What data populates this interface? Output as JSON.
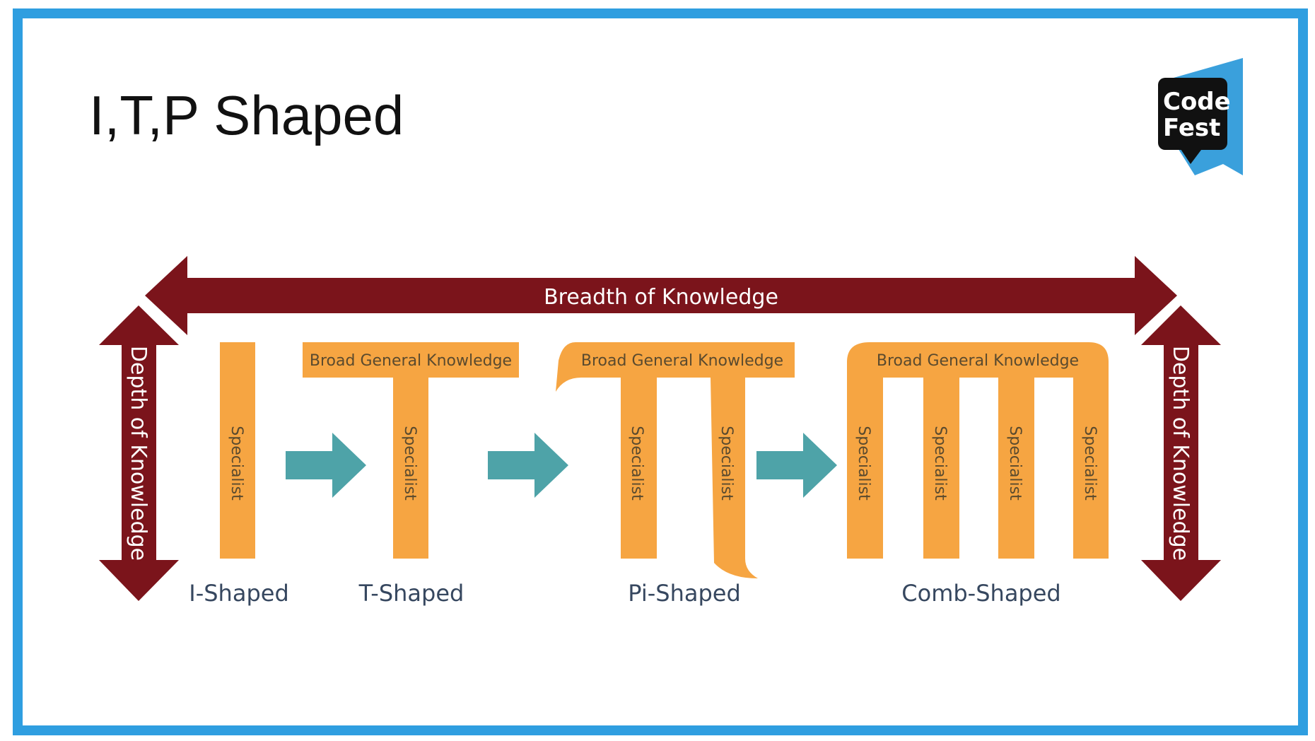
{
  "slide": {
    "title": "I,T,P Shaped"
  },
  "logo": {
    "line1": "Code",
    "line2": "Fest",
    "icon": "codefest-speech-bubble-logo"
  },
  "diagram": {
    "breadth_label": "Breadth of Knowledge",
    "depth_label_left": "Depth of Knowledge",
    "depth_label_right": "Depth of Knowledge",
    "broad_label": "Broad General Knowledge",
    "specialist_label": "Specialist",
    "shapes": [
      {
        "name": "I-Shaped"
      },
      {
        "name": "T-Shaped"
      },
      {
        "name": "Pi-Shaped"
      },
      {
        "name": "Comb-Shaped"
      }
    ],
    "colors": {
      "arrow_dark_red": "#7b141b",
      "bar_orange": "#f6a542",
      "flow_arrow_teal": "#4ea3a8",
      "shape_label": "#36475f",
      "bar_text": "#5a4a2e",
      "border_blue": "#2f9ee0"
    }
  }
}
